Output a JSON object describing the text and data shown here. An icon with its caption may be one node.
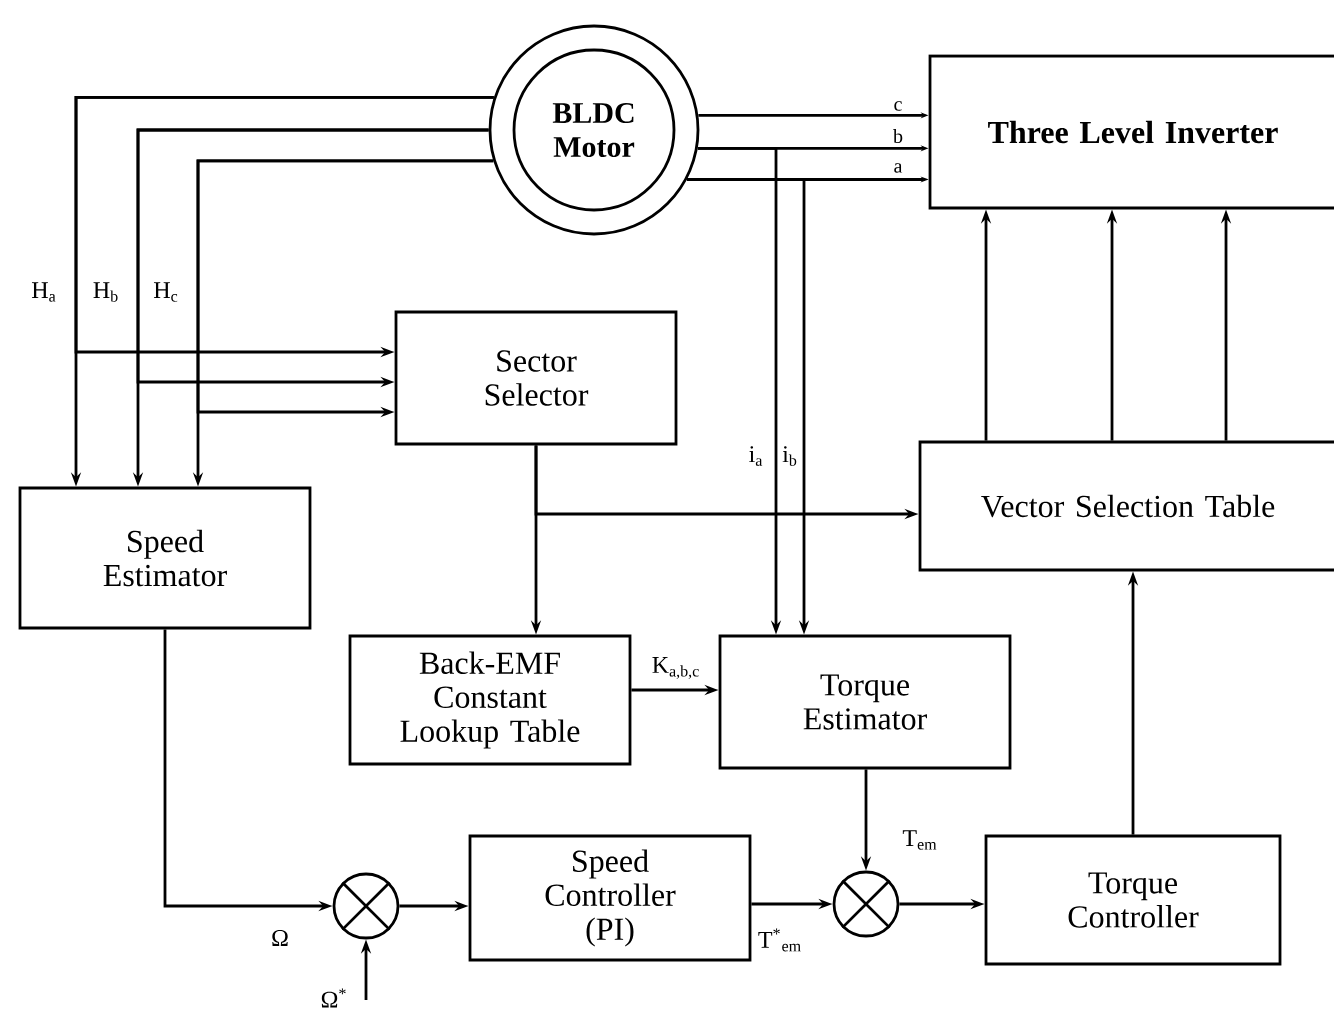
{
  "diagram": {
    "nodes": [
      {
        "text": [
          "**BLDC Motor**"
        ]
      },
      {
        "text": [
          "**Three Level Inverter**"
        ]
      },
      {
        "text": [
          "Sector Selector"
        ]
      },
      {
        "text": [
          "Speed Estimator"
        ]
      },
      {
        "text": [
          "Vector Selection Table"
        ]
      },
      {
        "text": [
          "Back-EMF Constant Lookup Table"
        ]
      },
      {
        "text": [
          "Torque Estimator"
        ]
      },
      {
        "text": [],
        "shape": "circle"
      },
      {
        "text": [
          "Speed Controller (PI)"
        ]
      },
      {
        "text": [],
        "shape": "circle"
      },
      {
        "text": [
          "Torque Controller"
        ]
      }
    ],
    "edges": [
      {
        "from": 0,
        "to": 3,
        "arrow": "to",
        "label": "H$_{a}$"
      },
      {
        "from": 0,
        "to": 3,
        "arrow": "to",
        "label": "H$_{b}$"
      },
      {
        "from": 0,
        "to": 3,
        "arrow": "to",
        "label": "H$_{c}$"
      },
      {
        "from": 0,
        "to": 2,
        "arrow": "to"
      },
      {
        "from": 0,
        "to": 2,
        "arrow": "to"
      },
      {
        "from": 0,
        "to": 2,
        "arrow": "to"
      },
      {
        "from": 0,
        "to": 1,
        "arrow": "to",
        "label": "c"
      },
      {
        "from": 0,
        "to": 1,
        "arrow": "to",
        "label": "b"
      },
      {
        "from": 0,
        "to": 1,
        "arrow": "to",
        "label": "a"
      },
      {
        "from": 0,
        "to": 6,
        "arrow": "to",
        "label": "i$_{a}$"
      },
      {
        "from": 0,
        "to": 6,
        "arrow": "to",
        "label": "i$_{b}$"
      },
      {
        "from": 2,
        "to": 4,
        "arrow": "to"
      },
      {
        "from": 2,
        "to": 5,
        "arrow": "to"
      },
      {
        "from": 4,
        "to": 1,
        "arrow": "to"
      },
      {
        "from": 4,
        "to": 1,
        "arrow": "to"
      },
      {
        "from": 4,
        "to": 1,
        "arrow": "to"
      },
      {
        "from": 5,
        "to": 6,
        "arrow": "to",
        "label": "K$_{a,b,c}$"
      },
      {
        "from": 3,
        "to": 7,
        "arrow": "to",
        "label": "Ω"
      },
      {
        "from": null,
        "to": 7,
        "arrow": "to",
        "label": "Ω$^{*}$"
      },
      {
        "from": 7,
        "to": 8,
        "arrow": "to"
      },
      {
        "from": 8,
        "to": 9,
        "arrow": "to",
        "label": "T$^{*}$$_{em}$"
      },
      {
        "from": 6,
        "to": 9,
        "arrow": "to",
        "label": "T$_{em}$"
      },
      {
        "from": 9,
        "to": 10,
        "arrow": "to"
      },
      {
        "from": 10,
        "to": 4,
        "arrow": "to"
      }
    ]
  }
}
